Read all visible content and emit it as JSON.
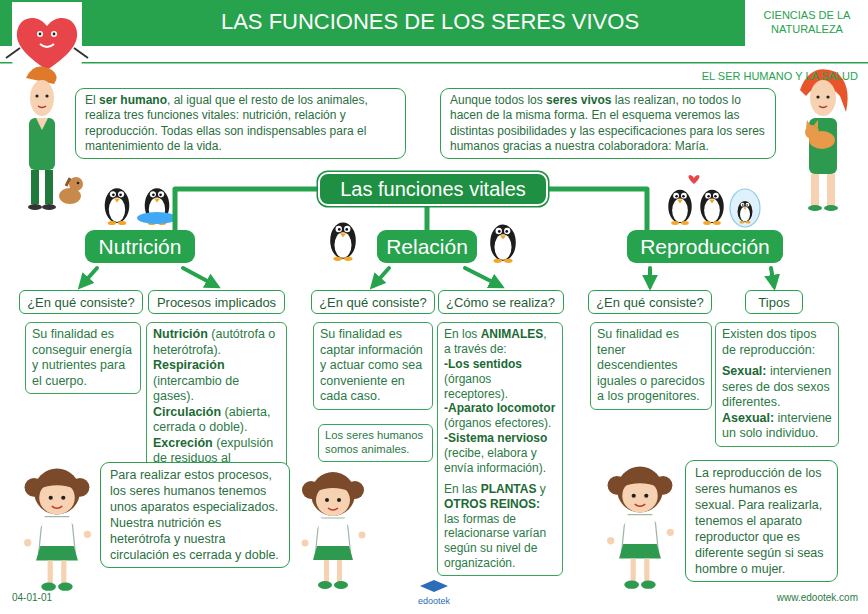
{
  "diagram": {
    "title": "LAS FUNCIONES DE LOS SERES VIVOS",
    "nodes": [
      {
        "text": [
          "El ser humano, al igual que el resto de los animales, realiza tres funciones vitales: nutrición, relación y reproducción. Todas ellas son indispensables para el mantenimiento de la vida."
        ]
      },
      {
        "text": [
          "Aunque todos los seres vivos las realizan, no todos lo hacen de la misma forma. En el esquema veremos las distintas posibilidades y las especificaciones para los seres humanos gracias a nuestra colaboradora: María."
        ]
      },
      {
        "text": [
          "Las funciones vitales"
        ]
      },
      {
        "text": [
          "Nutrición"
        ]
      },
      {
        "text": [
          "Relación"
        ]
      },
      {
        "text": [
          "Reproducción"
        ]
      },
      {
        "text": [
          "¿En qué consiste?"
        ]
      },
      {
        "text": [
          "Procesos implicados"
        ]
      },
      {
        "text": [
          "Su finalidad es conseguir energía y nutrientes para el cuerpo."
        ]
      },
      {
        "text": [
          "Nutrición (autótrofa o heterótrofa).",
          "Respiración (intercambio de gases).",
          "Circulación (abierta, cerrada o doble).",
          "Excreción (expulsión de residuos al exterior)."
        ]
      },
      {
        "text": [
          "¿En qué consiste?"
        ]
      },
      {
        "text": [
          "¿Cómo se realiza?"
        ]
      },
      {
        "text": [
          "Su finalidad es captar información y actuar como sea conveniente en cada caso."
        ]
      },
      {
        "text": [
          "En los ANIMALES, a través de:",
          "-Los sentidos (órganos receptores).",
          "-Aparato locomotor (órganos efectores).",
          "-Sistema nervioso (recibe, elabora y envía información).",
          "En las PLANTAS y OTROS REINOS: las formas de relacionarse varían según su nivel de organización."
        ]
      },
      {
        "text": [
          "Los seres humanos somos animales."
        ]
      },
      {
        "text": [
          "Para realizar estos procesos, los seres humanos tenemos unos aparatos especializados. Nuestra nutrición es heterótrofa y nuestra circulación es cerrada y doble."
        ]
      },
      {
        "text": [
          "¿En qué consiste?"
        ]
      },
      {
        "text": [
          "Tipos"
        ]
      },
      {
        "text": [
          "Su finalidad es tener descendientes iguales o parecidos a los progenitores."
        ]
      },
      {
        "text": [
          "Existen dos tipos de reproducción:",
          "Sexual: intervienen seres de dos sexos diferentes.",
          "Asexual: interviene un solo individuo."
        ]
      },
      {
        "text": [
          "La reproducción de los seres humanos es sexual. Para realizarla, tenemos el aparato reproductor que es diferente según si seas hombre o mujer."
        ]
      }
    ],
    "edges": [
      {
        "from": 2,
        "to": 3,
        "arrow": "none"
      },
      {
        "from": 2,
        "to": 4,
        "arrow": "none"
      },
      {
        "from": 2,
        "to": 5,
        "arrow": "none"
      },
      {
        "from": 3,
        "to": 6,
        "arrow": "to"
      },
      {
        "from": 3,
        "to": 7,
        "arrow": "to"
      },
      {
        "from": 4,
        "to": 10,
        "arrow": "to"
      },
      {
        "from": 4,
        "to": 11,
        "arrow": "to"
      },
      {
        "from": 5,
        "to": 16,
        "arrow": "to"
      },
      {
        "from": 5,
        "to": 17,
        "arrow": "to"
      }
    ],
    "labels": [
      "CIENCIAS DE LA NATURALEZA",
      "EL SER HUMANO Y LA SALUD",
      "04-01-01",
      "edootek",
      "www.edootek.com"
    ]
  }
}
